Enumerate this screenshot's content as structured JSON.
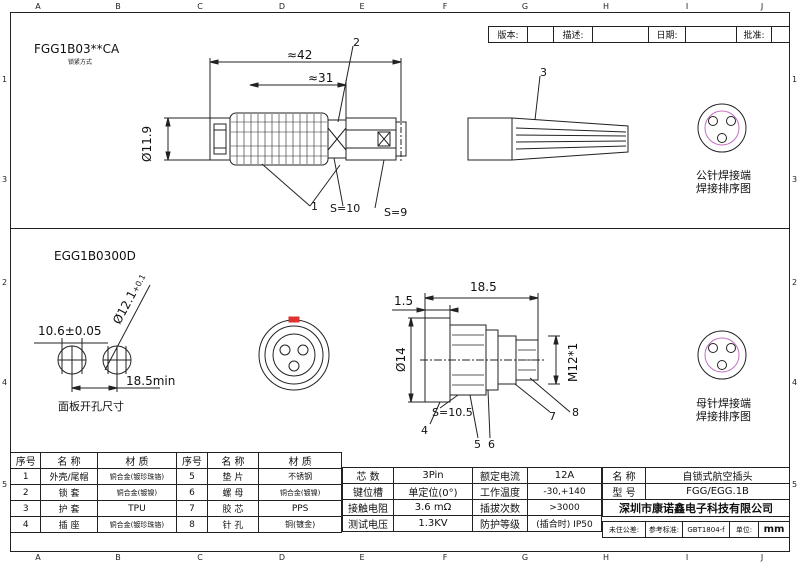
{
  "zones": {
    "cols": [
      "A",
      "B",
      "C",
      "D",
      "E",
      "F",
      "G",
      "H",
      "I",
      "J"
    ],
    "rows": [
      "1",
      "2",
      "3",
      "4",
      "5"
    ]
  },
  "revision_block": {
    "version_label": "版本:",
    "description_label": "描述:",
    "date_label": "日期:",
    "approval_label": "批准:"
  },
  "top_view": {
    "model": "FGG1B03**CA",
    "model_sub": "锁紧方式",
    "dim_42": "≈42",
    "dim_31": "≈31",
    "dim_diameter": "Ø11.9",
    "callout_1": "1",
    "callout_2": "2",
    "callout_3": "3",
    "s10": "S=10",
    "s9": "S=9",
    "male_caption_1": "公针焊接端",
    "male_caption_2": "焊接排序图"
  },
  "bottom_view": {
    "model": "EGG1B0300D",
    "panel_dim": "10.6±0.05",
    "panel_dia": "Ø12.1",
    "panel_dia_tol": "+0.1",
    "panel_dia_tol2": "0",
    "dim_185min": "18.5min",
    "panel_caption": "面板开孔尺寸",
    "dim_15": "1.5",
    "dim_185": "18.5",
    "dim_14": "Ø14",
    "thread": "M12*1",
    "s105": "S=10.5",
    "callout_4": "4",
    "callout_5": "5",
    "callout_6": "6",
    "callout_7": "7",
    "callout_8": "8",
    "female_caption_1": "母针焊接端",
    "female_caption_2": "焊接排序图"
  },
  "bom": {
    "headers": [
      "序号",
      "名 称",
      "材 质",
      "序号",
      "名 称",
      "材 质"
    ],
    "rows": [
      [
        "1",
        "外壳/尾帽",
        "铜合金(镀珍珠铬)",
        "5",
        "垫 片",
        "不锈钢"
      ],
      [
        "2",
        "锁 套",
        "铜合金(镀镍)",
        "6",
        "螺 母",
        "铜合金(镀镍)"
      ],
      [
        "3",
        "护 套",
        "TPU",
        "7",
        "胶 芯",
        "PPS"
      ],
      [
        "4",
        "插 座",
        "铜合金(镀珍珠铬)",
        "8",
        "针 孔",
        "铜(镀金)"
      ]
    ]
  },
  "specs": {
    "rows": [
      [
        "芯 数",
        "3Pin",
        "额定电流",
        "12A"
      ],
      [
        "键位槽",
        "单定位(0°)",
        "工作温度",
        "-30,+140"
      ],
      [
        "接触电阻",
        "3.6 mΩ",
        "插拔次数",
        ">3000"
      ],
      [
        "测试电压",
        "1.3KV",
        "防护等级",
        "(插合时) IP50"
      ]
    ]
  },
  "title_block": {
    "name_label": "名 称",
    "name_value": "自锁式航空插头",
    "model_label": "型 号",
    "model_value": "FGG/EGG.1B",
    "company": "深圳市康诺鑫电子科技有限公司",
    "approval_label": "未住公差:",
    "ref_label": "参考标准:",
    "ref_value": "GBT1804-f",
    "unit_label": "单位:",
    "unit_value": "mm"
  }
}
